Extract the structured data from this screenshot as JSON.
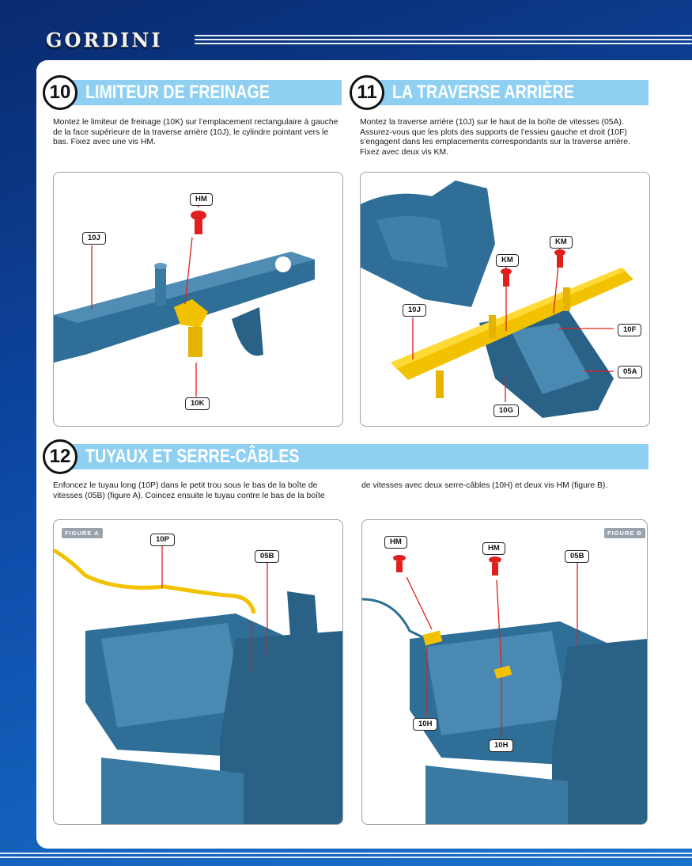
{
  "brand": "GORDINI",
  "steps": [
    {
      "number": "10",
      "title": "LIMITEUR DE FREINAGE",
      "text": "Montez le limiteur de freinage (10K) sur l’emplacement rectangulaire à gauche de la face supérieure de la traverse arrière (10J), le cylindre pointant vers le bas. Fixez avec une vis HM.",
      "labels": {
        "a": "HM",
        "b": "10J",
        "c": "10K"
      }
    },
    {
      "number": "11",
      "title": "LA TRAVERSE ARRIÈRE",
      "text": "Montez la traverse arrière (10J) sur le haut de la boîte de vitesses (05A). Assurez-vous que les plots des supports de l’essieu gauche et droit (10F) s’engagent dans les emplacements correspondants sur la traverse arrière. Fixez avec deux vis KM.",
      "labels": {
        "a": "KM",
        "b": "KM",
        "c": "10J",
        "d": "10F",
        "e": "05A",
        "f": "10G"
      }
    },
    {
      "number": "12",
      "title": "TUYAUX ET SERRE-CÂBLES",
      "text_left": "Enfoncez le tuyau long (10P) dans le petit trou sous le bas de la boîte de vitesses (05B) (figure A). Coincez ensuite le tuyau contre le bas de la boîte",
      "text_right": "de vitesses avec deux serre-câbles (10H) et deux vis HM (figure B).",
      "fig_a": {
        "tag": "FIGURE A",
        "labels": {
          "a": "10P",
          "b": "05B"
        }
      },
      "fig_b": {
        "tag": "FIGURE B",
        "labels": {
          "a": "HM",
          "b": "HM",
          "c": "05B",
          "d": "10H",
          "e": "10H"
        }
      }
    }
  ],
  "colors": {
    "part_blue": "#2f6e96",
    "part_yellow": "#f2c200",
    "screw_red": "#e0201c",
    "header_bar": "#8fd0f2"
  }
}
